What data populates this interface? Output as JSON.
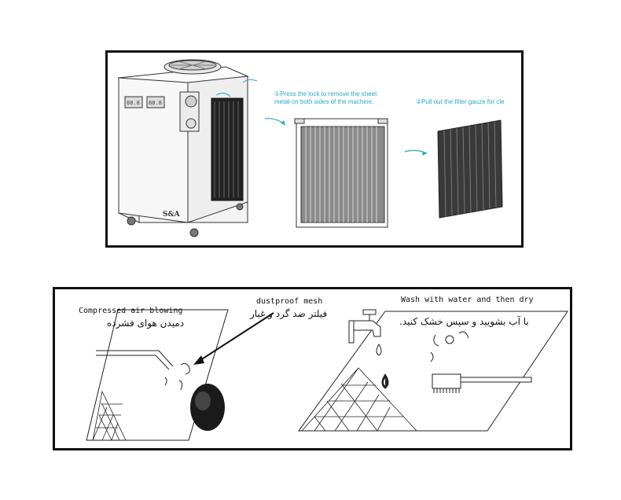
{
  "top_panel": {
    "step1_line1": "①Press the lock to remove the sheet",
    "step1_line2": "metal on both sides of the machine.",
    "step2": "②Pull out the filter gauze for cle",
    "brand": "S&A",
    "display_left": "88.8",
    "display_right": "88.8"
  },
  "bottom_panel": {
    "compressed_air_en": "Compressed air blowing",
    "compressed_air_fa": "دمیدن هوای فشرده",
    "dustproof_en": "dustproof mesh",
    "dustproof_fa": "فیلتر ضد گرد و غبار",
    "wash_en": "Wash with water and then dry",
    "wash_fa": "با آب بشویید و سپس خشک کنید."
  },
  "colors": {
    "accent_cyan": "#2aa7c9",
    "border": "#111111",
    "line": "#222222"
  }
}
